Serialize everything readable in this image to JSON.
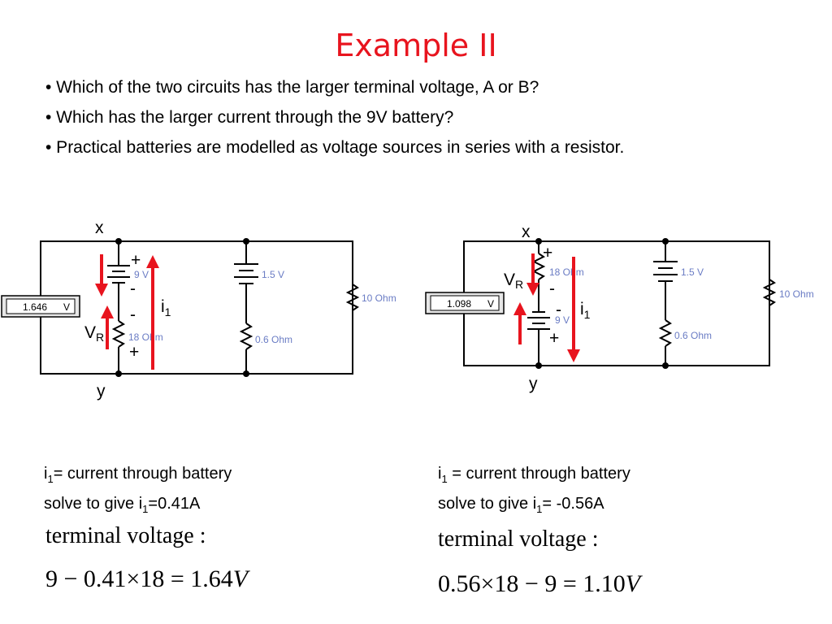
{
  "slide": {
    "title": "Example II",
    "bullets": [
      "• Which of the two circuits has the larger terminal voltage, A or B?",
      "• Which has the larger current through the 9V battery?",
      "• Practical batteries are modelled as voltage sources in series with a resistor."
    ]
  },
  "circuit_a": {
    "node_top": "x",
    "node_bottom": "y",
    "meter": "1.646",
    "meter_unit": "V",
    "battery_9v": "9 V",
    "resistor_18": "18  Ohm",
    "battery_15": "1.5 V",
    "resistor_06": "0.6  Ohm",
    "resistor_10": "10  Ohm",
    "plus": "+",
    "minus": "-",
    "v_main": "V",
    "v_sub": "R",
    "i_main": "i",
    "i_sub": "1"
  },
  "circuit_b": {
    "node_top": "x",
    "node_bottom": "y",
    "meter": "1.098",
    "meter_unit": "V",
    "battery_9v": "9 V",
    "resistor_18": "18  Ohm",
    "battery_15": "1.5 V",
    "resistor_06": "0.6  Ohm",
    "resistor_10": "10  Ohm",
    "plus": "+",
    "minus": "-",
    "v_main": "V",
    "v_sub": "R",
    "i_main": "i",
    "i_sub": "1"
  },
  "notes": {
    "a_line1_i": "i",
    "a_line1_sub": "1",
    "a_line1_rest": "= current through battery",
    "a_line2_pre": "solve to give i",
    "a_line2_sub": "1",
    "a_line2_rest": "=0.41A",
    "b_line1_i": "i",
    "b_line1_sub": "1",
    "b_line1_rest": " = current through battery",
    "b_line2_pre": "solve to give i",
    "b_line2_sub": "1",
    "b_line2_rest": "= -0.56A"
  },
  "equations": {
    "a_heading": "terminal voltage :",
    "a_expr": "9 − 0.41×18 = 1.64",
    "a_unit": "V",
    "b_heading": "terminal voltage :",
    "b_expr": "0.56×18 − 9 = 1.10",
    "b_unit": "V"
  },
  "colors": {
    "title": "#e8141e",
    "arrow": "#e8141e",
    "component_label": "#6a7cc4"
  }
}
